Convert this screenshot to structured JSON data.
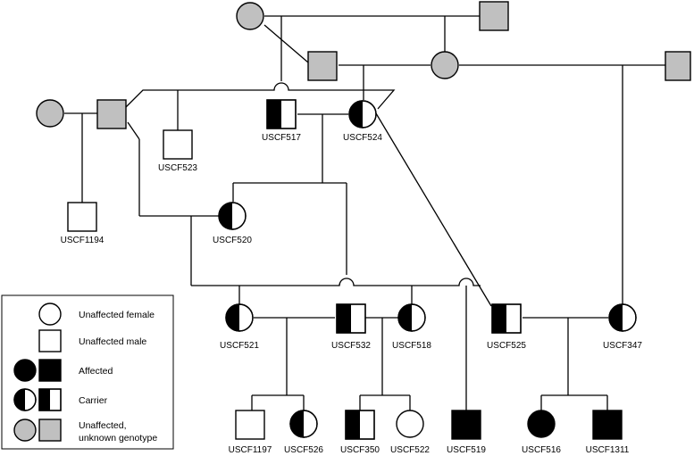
{
  "pedigree": {
    "individuals": [
      {
        "id": "USCF517",
        "sex": "male",
        "status": "carrier"
      },
      {
        "id": "USCF524",
        "sex": "female",
        "status": "carrier"
      },
      {
        "id": "USCF523",
        "sex": "male",
        "status": "unaffected"
      },
      {
        "id": "USCF1194",
        "sex": "male",
        "status": "unaffected"
      },
      {
        "id": "USCF520",
        "sex": "female",
        "status": "carrier"
      },
      {
        "id": "USCF521",
        "sex": "female",
        "status": "carrier"
      },
      {
        "id": "USCF532",
        "sex": "male",
        "status": "carrier"
      },
      {
        "id": "USCF518",
        "sex": "female",
        "status": "carrier"
      },
      {
        "id": "USCF525",
        "sex": "male",
        "status": "carrier"
      },
      {
        "id": "USCF347",
        "sex": "female",
        "status": "carrier"
      },
      {
        "id": "USCF1197",
        "sex": "male",
        "status": "unaffected"
      },
      {
        "id": "USCF526",
        "sex": "female",
        "status": "carrier"
      },
      {
        "id": "USCF350",
        "sex": "male",
        "status": "carrier"
      },
      {
        "id": "USCF522",
        "sex": "female",
        "status": "unaffected"
      },
      {
        "id": "USCF519",
        "sex": "male",
        "status": "affected"
      },
      {
        "id": "USCF516",
        "sex": "female",
        "status": "affected"
      },
      {
        "id": "USCF1311",
        "sex": "male",
        "status": "affected"
      }
    ]
  },
  "legend": {
    "unaffected_female": "Unaffected female",
    "unaffected_male": "Unaffected male",
    "affected": "Affected",
    "carrier": "Carrier",
    "unknown_line1": "Unaffected,",
    "unknown_line2": "unknown genotype"
  },
  "colors": {
    "affected": "#000000",
    "unaffected": "#ffffff",
    "unknown_genotype": "#c0c0c0"
  }
}
